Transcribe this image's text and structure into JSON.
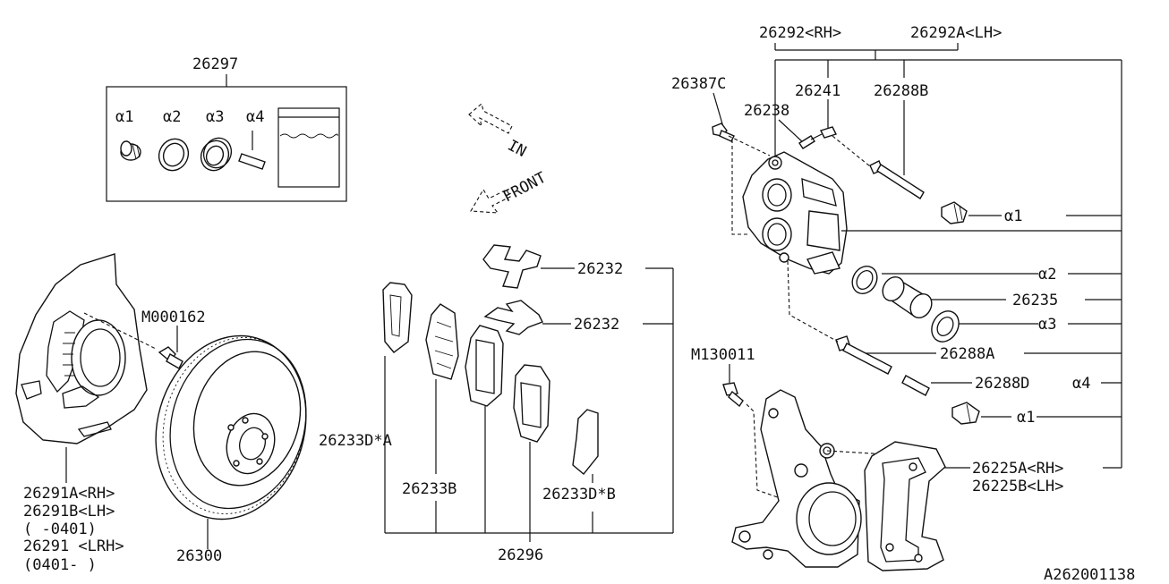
{
  "labels": {
    "kit": "26297",
    "kit_a1": "α1",
    "kit_a2": "α2",
    "kit_a3": "α3",
    "kit_a4": "α4",
    "in_arrow": "IN",
    "front_arrow": "FRONT",
    "cal_rh": "26292<RH>",
    "cal_lh": "26292A<LH>",
    "bolt_387c": "26387C",
    "p_26241": "26241",
    "p_26238": "26238",
    "p_26288b": "26288B",
    "r_a1_top": "α1",
    "r_a2": "α2",
    "r_26235": "26235",
    "r_a3": "α3",
    "r_26288a": "26288A",
    "r_26288d": "26288D",
    "r_a4": "α4",
    "r_a1_bottom": "α1",
    "r_26225a": "26225A<RH>",
    "r_26225b": "26225B<LH>",
    "bolt_m130011": "M130011",
    "clip_top": "26232",
    "clip_bottom": "26232",
    "pad_shim_a": "26233D*A",
    "pad_shim_b": "26233B",
    "pad_shim_db": "26233D*B",
    "pad_kit": "26296",
    "bolt_m000162": "M000162",
    "cover_a": "26291A<RH>",
    "cover_b": "26291B<LH>",
    "cover_b_date": "(   -0401)",
    "cover": "26291 <LRH>",
    "cover_date": "(0401-   )",
    "rotor": "26300",
    "diagram_id": "A262001138"
  }
}
